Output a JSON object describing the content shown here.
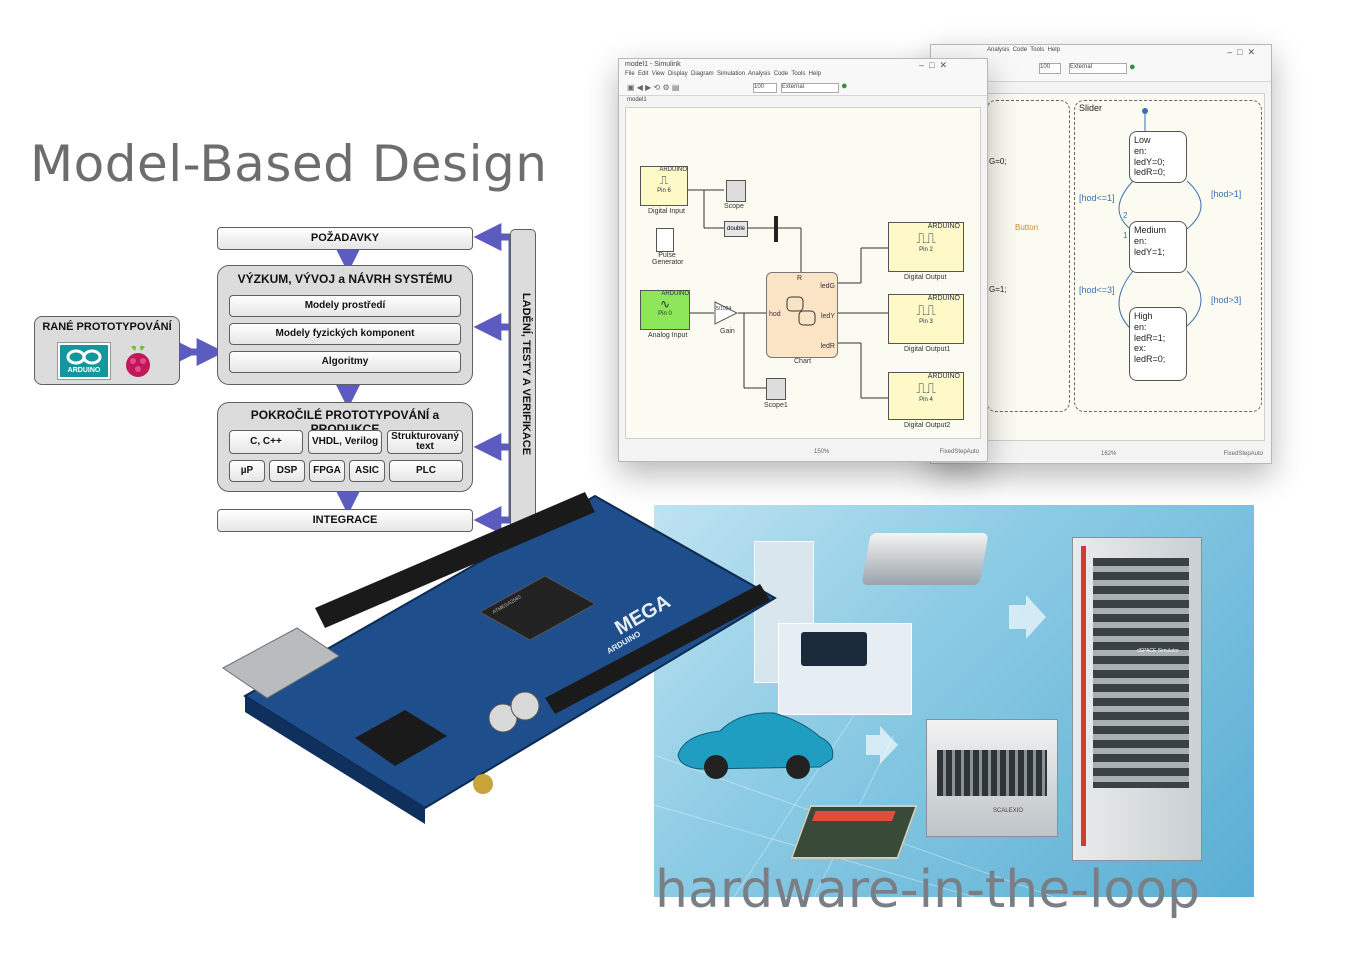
{
  "title": "Model-Based Design",
  "caption": "hardware-in-the-loop",
  "diagram": {
    "requirements": "POŽADAVKY",
    "research": "VÝZKUM, VÝVOJ a NÁVRH SYSTÉMU",
    "research_items": [
      "Modely prostředí",
      "Modely fyzických komponent",
      "Algoritmy"
    ],
    "early_proto": "RANÉ PROTOTYPOVÁNÍ",
    "arduino_logo": "ARDUINO",
    "advanced": "POKROČILÉ PROTOTYPOVÁNÍ a PRODUKCE",
    "adv_row1": [
      "C, C++",
      "VHDL, Verilog",
      "Strukturovaný text"
    ],
    "adv_row2": [
      "µP",
      "DSP",
      "FPGA",
      "ASIC",
      "PLC"
    ],
    "integration": "INTEGRACE",
    "side_label": "LADĚNÍ, TESTY A VERIFIKACE",
    "colors": {
      "arrow": "#5b5bc0",
      "box_border": "#606060",
      "group_fill": "#dcdcdc"
    }
  },
  "simulink": {
    "window_title": "model1 - Simulink",
    "menu": [
      "File",
      "Edit",
      "View",
      "Display",
      "Diagram",
      "Simulation",
      "Analysis",
      "Code",
      "Tools",
      "Help"
    ],
    "stop_time": "100",
    "mode": "External",
    "zoom": "150%",
    "solver": "FixedStepAuto",
    "breadcrumb": "model1",
    "blocks": {
      "pin6": {
        "brand": "ARDUINO",
        "pin": "Pin 6",
        "label": "Digital Input"
      },
      "scope": "Scope",
      "double": "double",
      "pulse": "Pulse Generator",
      "pin0": {
        "brand": "ARDUINO",
        "pin": "Pin 0",
        "label": "Analog Input"
      },
      "gain": {
        "value": "5/1024",
        "label": "Gain"
      },
      "chart": {
        "label": "Chart",
        "in1": "R",
        "in2": "hod",
        "out1": "ledG",
        "out2": "ledY",
        "out3": "ledR"
      },
      "scope1": "Scope1",
      "pin2": {
        "brand": "ARDUINO",
        "pin": "Pin 2",
        "label": "Digital Output"
      },
      "pin3": {
        "brand": "ARDUINO",
        "pin": "Pin 3",
        "label": "Digital Output1"
      },
      "pin4": {
        "brand": "ARDUINO",
        "pin": "Pin 4",
        "label": "Digital Output2"
      }
    }
  },
  "stateflow": {
    "menu": [
      "Analysis",
      "Code",
      "Tools",
      "Help"
    ],
    "stop_time": "100",
    "mode": "External",
    "zoom": "162%",
    "solver": "FixedStepAuto",
    "chart_name": "Slider",
    "button_label": "Button",
    "left_frag1": "G=0;",
    "left_frag2": "G=1;",
    "states": [
      {
        "name": "Low",
        "lines": [
          "en:",
          "ledY=0;",
          "ledR=0;"
        ]
      },
      {
        "name": "Medium",
        "lines": [
          "en:",
          "ledY=1;"
        ]
      },
      {
        "name": "High",
        "lines": [
          "en:",
          "ledR=1;",
          "ex:",
          "ledR=0;"
        ]
      }
    ],
    "transitions": [
      "[hod<=1]",
      "[hod>1]",
      "[hod<=3]",
      "[hod>3]"
    ],
    "junction1": "1",
    "junction2": "2"
  },
  "board": {
    "brand": "ARDUINO",
    "model": "MEGA",
    "chip_text": "ATMEGA2560"
  },
  "hil": {
    "simulator_label": "dSPACE Simulator",
    "rack_label": "SCALEXIO"
  }
}
